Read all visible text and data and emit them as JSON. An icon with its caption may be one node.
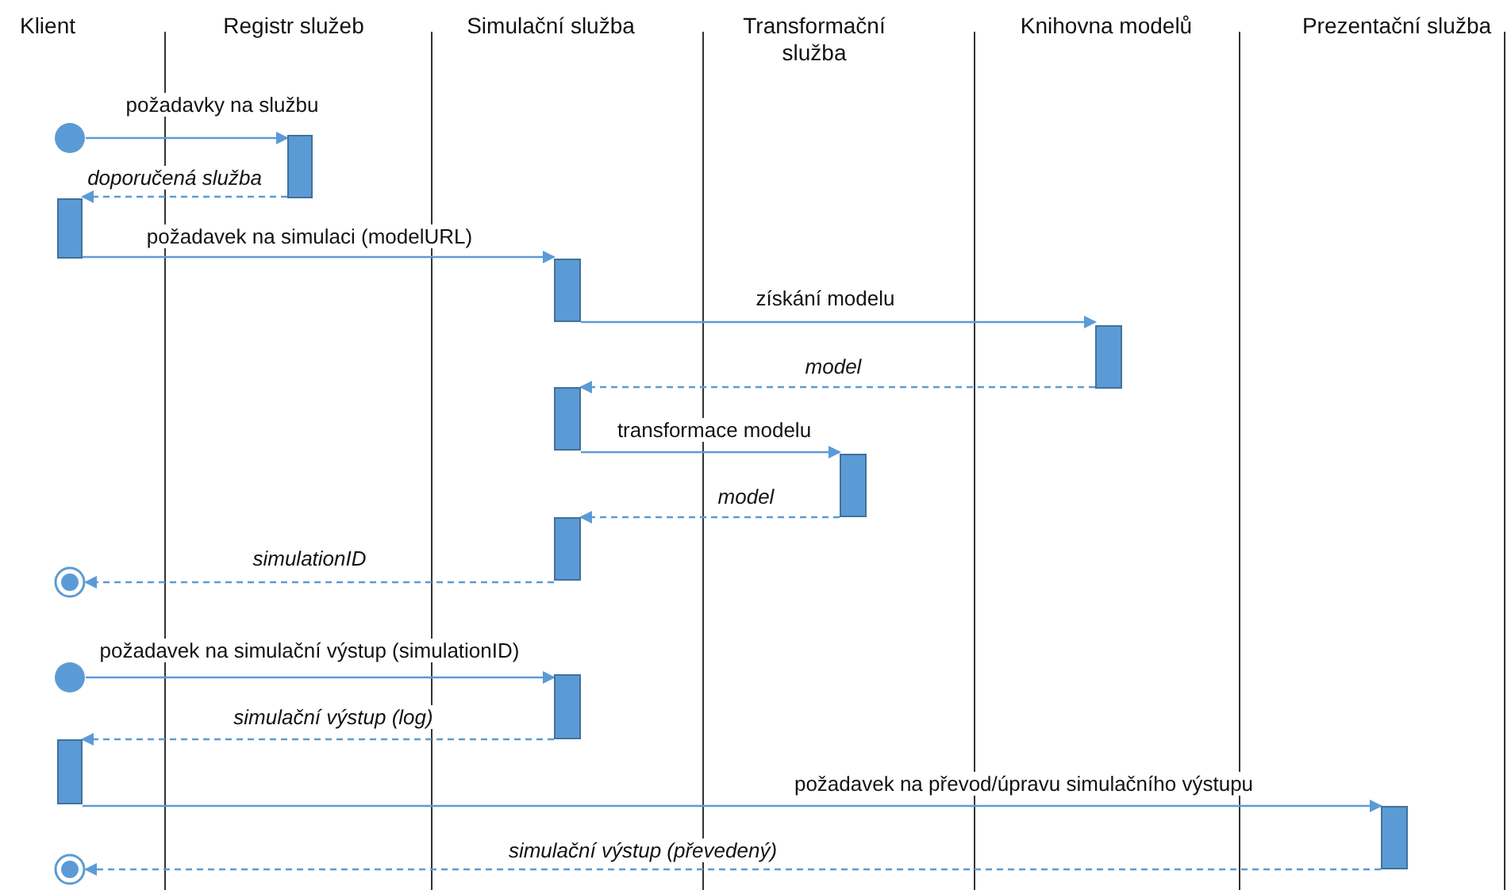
{
  "diagram": {
    "nodes": [
      {
        "text": [],
        "shape": "circle"
      },
      {
        "text": [],
        "shape": "bar"
      },
      {
        "text": [],
        "shape": "bar"
      },
      {
        "text": [],
        "shape": "bar"
      },
      {
        "text": [],
        "shape": "bar"
      },
      {
        "text": [],
        "shape": "bar"
      },
      {
        "text": [],
        "shape": "bar"
      },
      {
        "text": [],
        "shape": "bar"
      },
      {
        "text": [],
        "shape": "circle"
      },
      {
        "text": [],
        "shape": "circle"
      },
      {
        "text": [],
        "shape": "bar"
      },
      {
        "text": [],
        "shape": "bar"
      },
      {
        "text": [],
        "shape": "bar"
      },
      {
        "text": [],
        "shape": "circle"
      }
    ],
    "edges": [
      {
        "from": 0,
        "to": 1,
        "arrow": "to",
        "label": "požadavky na službu"
      },
      {
        "from": 1,
        "to": 2,
        "arrow": "to",
        "label": "doporučená služba",
        "style": "dashed"
      },
      {
        "from": 2,
        "to": 3,
        "arrow": "to",
        "label": "požadavek na simulaci (modelURL)"
      },
      {
        "from": 3,
        "to": 4,
        "arrow": "to",
        "label": "získání modelu"
      },
      {
        "from": 4,
        "to": 5,
        "arrow": "to",
        "label": "model",
        "style": "dashed"
      },
      {
        "from": 5,
        "to": 6,
        "arrow": "to",
        "label": "transformace modelu"
      },
      {
        "from": 6,
        "to": 7,
        "arrow": "to",
        "label": "model",
        "style": "dashed"
      },
      {
        "from": 7,
        "to": 8,
        "arrow": "to",
        "label": "simulationID",
        "style": "dashed"
      },
      {
        "from": 9,
        "to": 10,
        "arrow": "to",
        "label": "požadavek na simulační výstup (simulationID)"
      },
      {
        "from": 10,
        "to": 11,
        "arrow": "to",
        "label": "simulační výstup (log)",
        "style": "dashed"
      },
      {
        "from": 11,
        "to": 12,
        "arrow": "to",
        "label": "požadavek na převod/úpravu simulačního výstupu"
      },
      {
        "from": 12,
        "to": 13,
        "arrow": "to",
        "label": "simulační výstup (převedený)",
        "style": "dashed"
      }
    ],
    "labels": [
      "Klient",
      "Registr služeb",
      "Simulační služba",
      "Transformační služba",
      "Knihovna modelů",
      "Prezentační služba"
    ]
  }
}
